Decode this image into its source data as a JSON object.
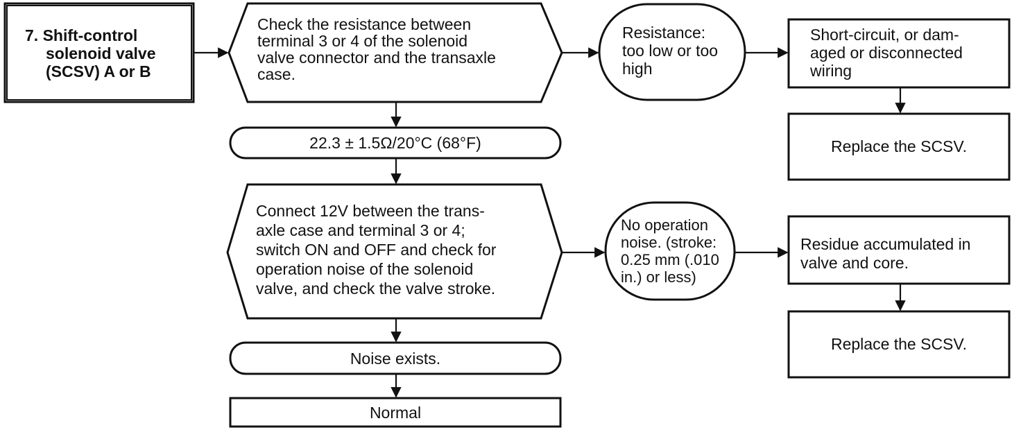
{
  "start": {
    "lines": [
      "7. Shift-control",
      "solenoid valve",
      "(SCSV) A or B"
    ]
  },
  "check_resistance": {
    "lines": [
      "Check the resistance between",
      "terminal 3 or 4 of the solenoid",
      "valve connector and the transaxle",
      "case."
    ]
  },
  "resistance_fault": {
    "lines": [
      "Resistance:",
      "too low or too",
      "high"
    ]
  },
  "wiring_fault": {
    "lines": [
      "Short-circuit, or dam-",
      "aged or disconnected",
      "wiring"
    ]
  },
  "replace_1": {
    "text": "Replace the SCSV."
  },
  "spec": {
    "text": "22.3 ± 1.5Ω/20°C (68°F)"
  },
  "connect_12v": {
    "lines": [
      "Connect 12V between the trans-",
      "axle case and terminal 3 or 4;",
      "switch ON and OFF and check for",
      "operation noise of the solenoid",
      "valve, and check the valve stroke."
    ]
  },
  "no_operation": {
    "lines": [
      "No operation",
      "noise. (stroke:",
      "0.25 mm (.010",
      "in.) or less)"
    ]
  },
  "residue": {
    "lines": [
      "Residue accumulated in",
      "valve and core."
    ]
  },
  "replace_2": {
    "text": "Replace the SCSV."
  },
  "noise_exists": {
    "text": "Noise exists."
  },
  "normal": {
    "text": "Normal"
  },
  "colors": {
    "line": "#111111",
    "background": "#ffffff"
  }
}
